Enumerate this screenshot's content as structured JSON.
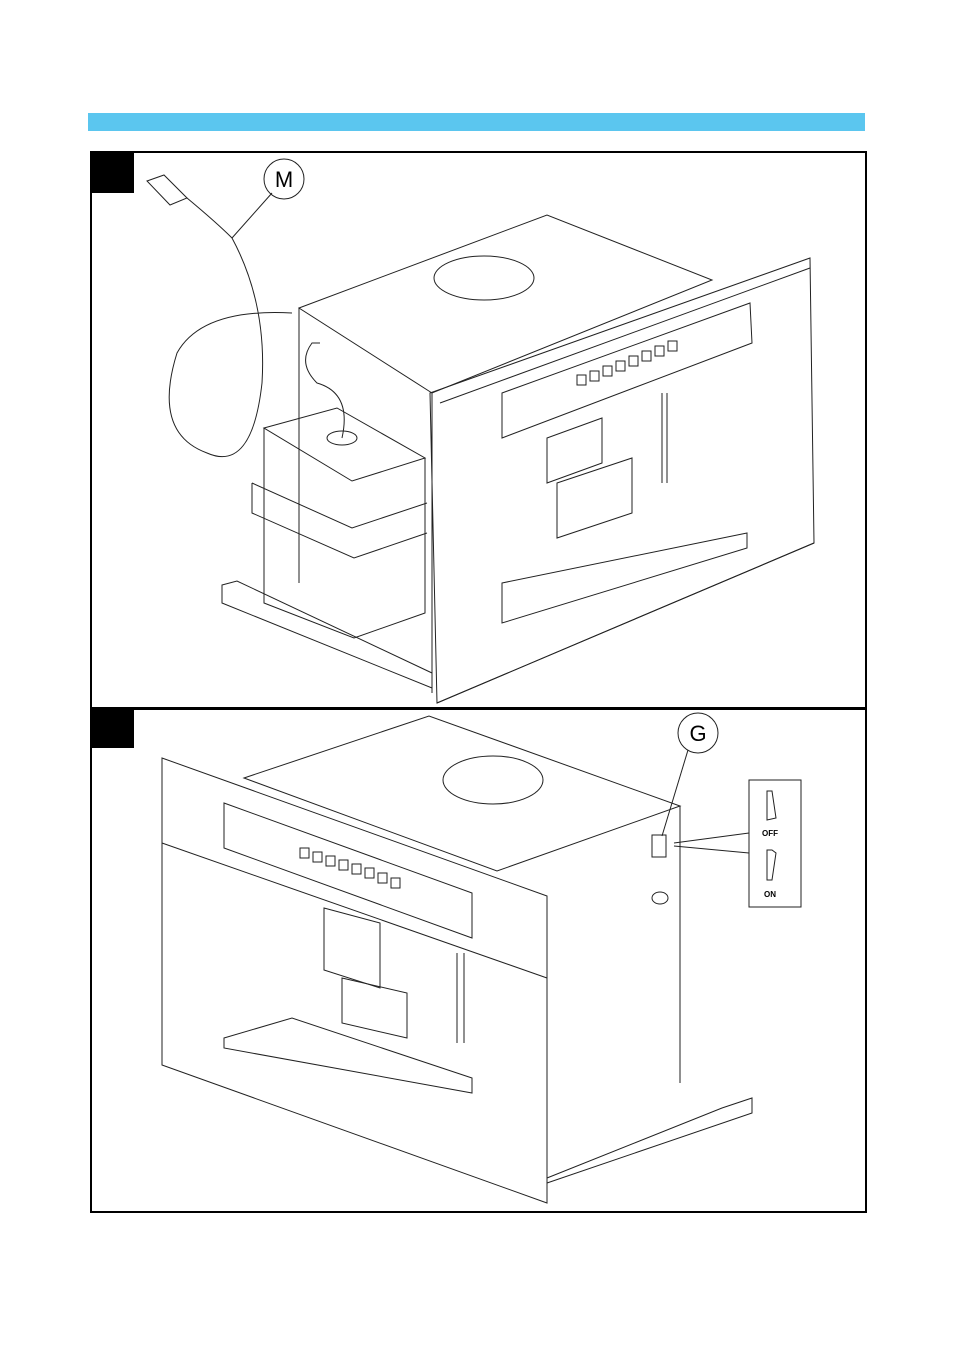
{
  "header": {
    "bar_color": "#5bc6ef"
  },
  "figure1": {
    "callout": "M"
  },
  "figure2": {
    "callout": "G",
    "switch_off_label": "OFF",
    "switch_on_label": "ON"
  }
}
